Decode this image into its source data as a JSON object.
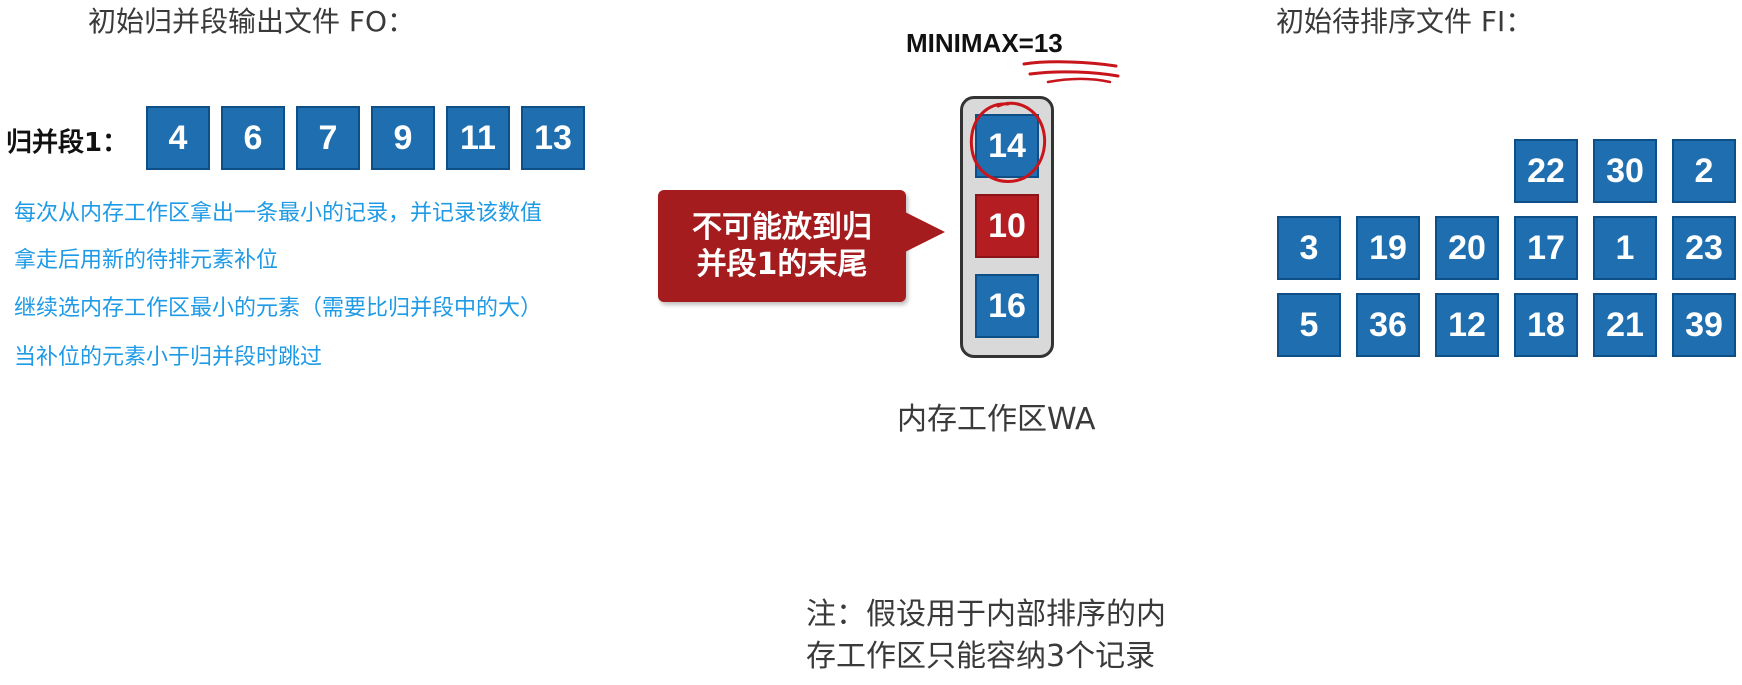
{
  "titles": {
    "output_file": "初始归并段输出文件 FO：",
    "input_file": "初始待排序文件 FI："
  },
  "merge_run": {
    "label": "归并段1：",
    "values": [
      "4",
      "6",
      "7",
      "9",
      "11",
      "13"
    ]
  },
  "notes": [
    "每次从内存工作区拿出一条最小的记录，并记录该数值",
    "拿走后用新的待排元素补位",
    "继续选内存工作区最小的元素（需要比归并段中的大）",
    "当补位的元素小于归并段时跳过"
  ],
  "minimax": "MINIMAX=13",
  "callout": {
    "line1": "不可能放到归",
    "line2": "并段1的末尾"
  },
  "work_area": {
    "label": "内存工作区WA",
    "values": [
      "14",
      "10",
      "16"
    ]
  },
  "input_grid": {
    "row1": [
      "22",
      "30",
      "2"
    ],
    "row2": [
      "3",
      "19",
      "20",
      "17",
      "1",
      "23"
    ],
    "row3": [
      "5",
      "36",
      "12",
      "18",
      "21",
      "39"
    ]
  },
  "footnote": {
    "line1": "注：假设用于内部排序的内",
    "line2": "存工作区只能容纳3个记录"
  },
  "colors": {
    "box_blue": "#1f6fb0",
    "box_red": "#b41e22",
    "note_blue": "#1e9ae6",
    "annotation_red": "#c8151b"
  }
}
